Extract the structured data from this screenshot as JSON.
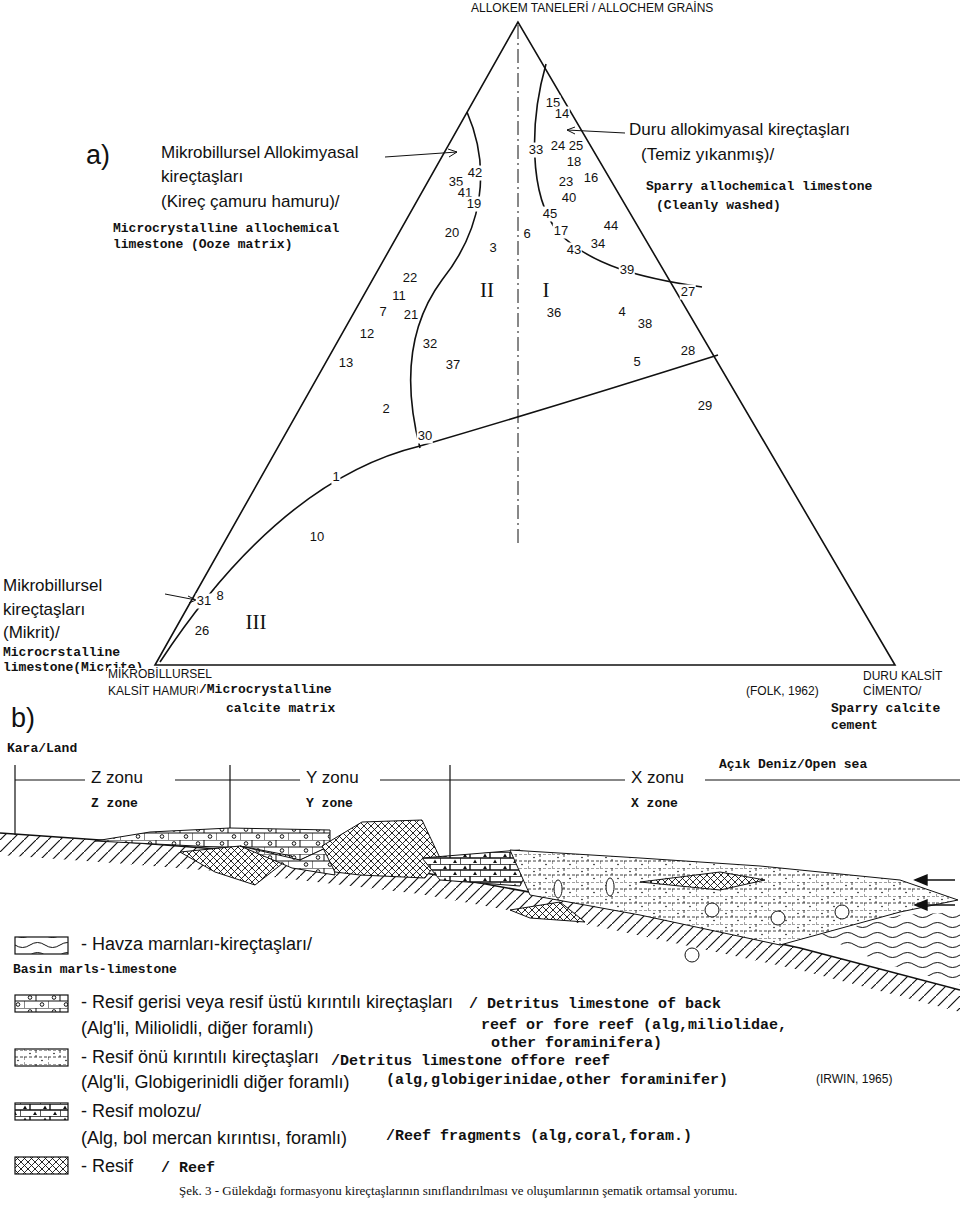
{
  "diagram": {
    "caption": "Şek. 3 - Gülekdağı formasyonu kireçtaşlarının sınıflandırılması ve oluşumlarının şematik ortamsal yorumu.",
    "labels": [
      "ALLOKEM TANELERİ / ALLOCHEM GRAİNS",
      "a)",
      "Mikrobillursel Allokimyasal",
      "kireçtaşları",
      "(Kireç çamuru hamuru)/",
      "Microcrystalline allochemical",
      "limestone (Ooze matrix)",
      "Duru allokimyasal kireçtaşları",
      "(Temiz yıkanmış)/",
      "Sparry allochemical limestone",
      "(Cleanly washed)",
      "15",
      "14",
      "33",
      "24",
      "25",
      "18",
      "23",
      "16",
      "40",
      "45",
      "44",
      "17",
      "6",
      "43",
      "34",
      "39",
      "27",
      "36",
      "4",
      "38",
      "28",
      "5",
      "29",
      "42",
      "35",
      "41",
      "19",
      "20",
      "3",
      "22",
      "11",
      "7",
      "21",
      "12",
      "32",
      "13",
      "37",
      "2",
      "30",
      "1",
      "10",
      "31",
      "8",
      "26",
      "II",
      "I",
      "III",
      "Mikrobillursel",
      "kireçtaşları",
      "(Mikrit)/",
      "Microcrstalline",
      "limestone(Micrite)",
      "MİKROBİLLURSEL",
      "KALSİT HAMURU",
      "/Microcrystalline",
      "calcite matrix",
      "(FOLK, 1962)",
      "DURU KALSİT",
      "CİMENTO/",
      "Sparry calcite",
      "cement",
      "b)",
      "Kara/Land",
      "Z zonu",
      "Z zone",
      "Y zonu",
      "Y zone",
      "X zonu",
      "X zone",
      "Açık Deniz/Open sea",
      "Basin marls-limestone",
      "/ Detritus limestone of back",
      "(Alg'li, Miliolidli, diğer foramlı)",
      "reef or fore reef (alg,miliolidae,",
      "other foraminifera)",
      "/Detritus limestone offore reef",
      "(Alg'li, Globigerinidli diğer foramlı)",
      "(alg,globigerinidae,other foraminifer)",
      "(IRWIN, 1965)",
      "(Alg, bol mercan kırıntısı, foramlı)",
      "/Reef fragments (alg,coral,foram.)",
      "/ Reef"
    ],
    "legend": [
      {
        "text": "- Havza marnları-kireçtaşları/"
      },
      {
        "text": "- Resif gerisi veya resif üstü kırıntılı kireçtaşları"
      },
      {
        "text": "- Resif önü kırıntılı kireçtaşları"
      },
      {
        "text": "- Resif molozu/"
      },
      {
        "text": "- Resif"
      }
    ]
  }
}
